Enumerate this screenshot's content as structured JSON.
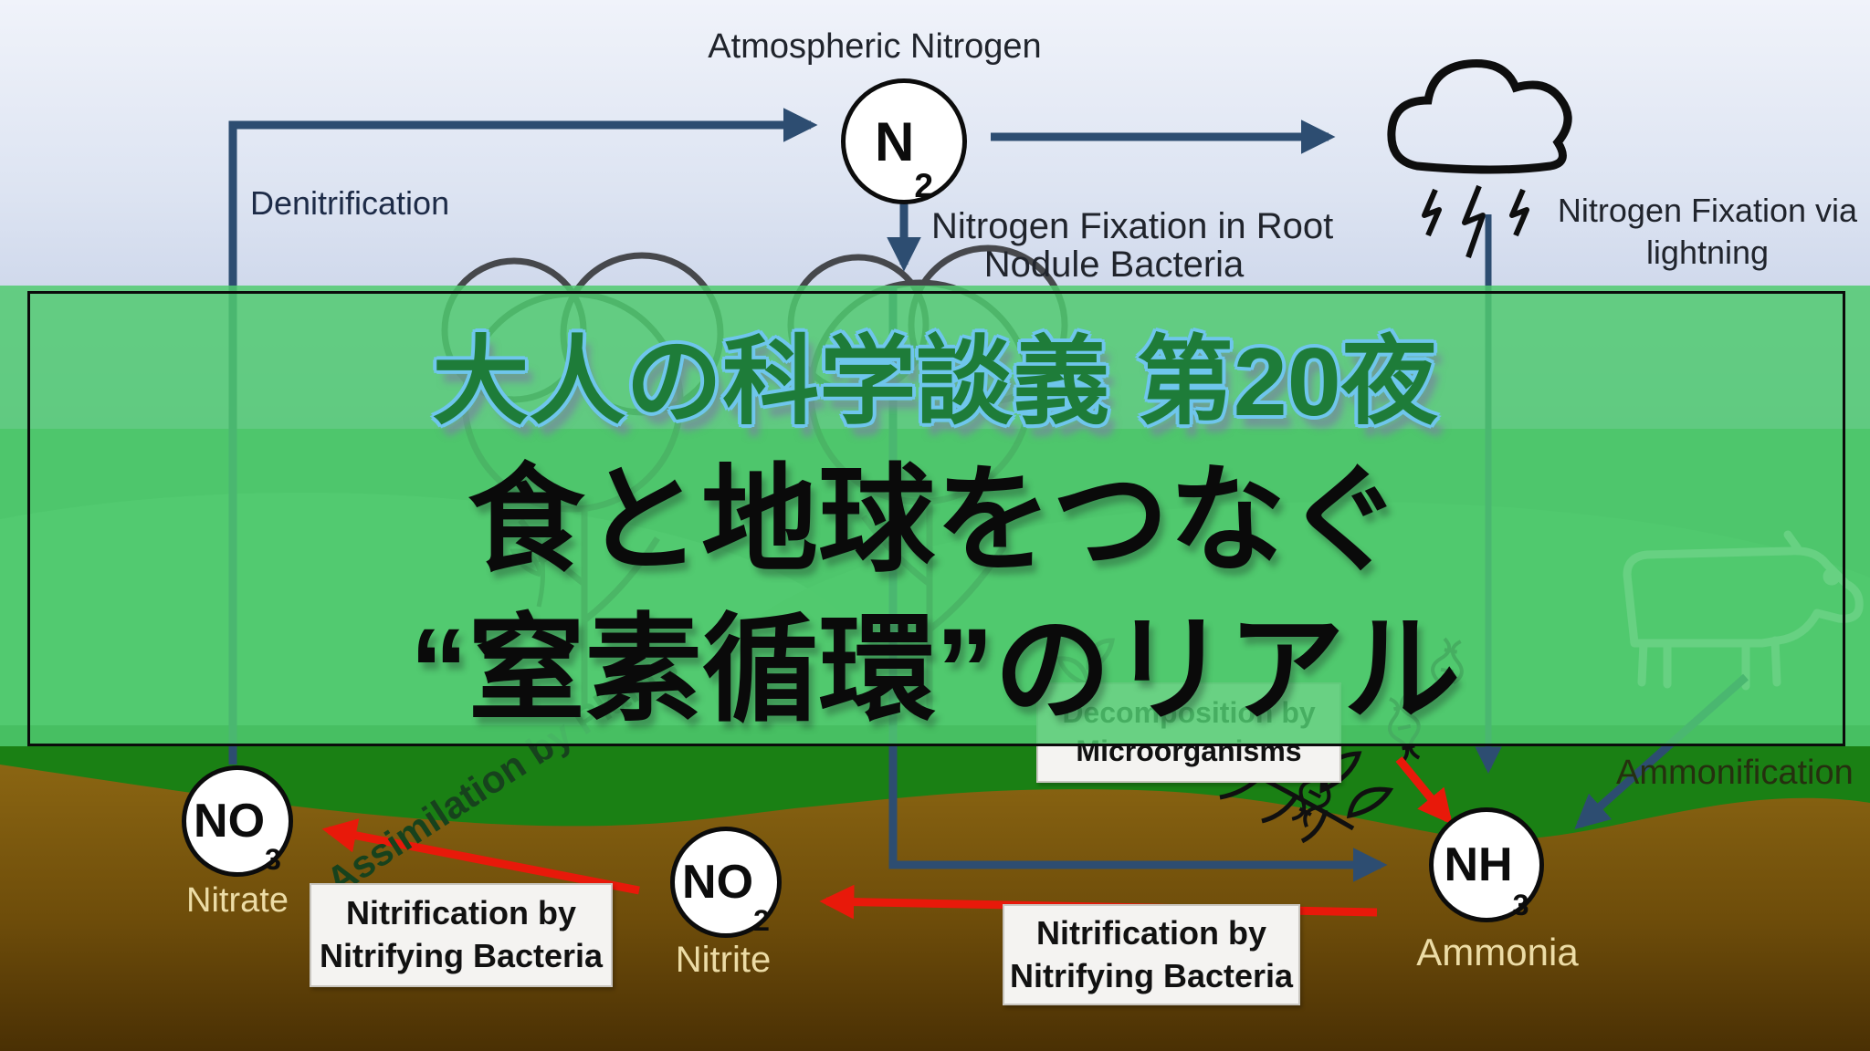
{
  "title": {
    "line1": "大人の科学談義 第20夜",
    "line2": "食と地球をつなぐ",
    "line3": "“窒素循環”のリアル"
  },
  "diagram": {
    "atmospheric_nitrogen_label": "Atmospheric Nitrogen",
    "denitrification_label": "Denitrification",
    "fixation_root": {
      "line1": "Nitrogen Fixation in Root",
      "line2": "Nodule Bacteria"
    },
    "fixation_lightning": {
      "line1": "Nitrogen Fixation via",
      "line2": "lightning"
    },
    "ammonification_label": "Ammonification",
    "assimilation_label": "Assimilation by Plants",
    "nodes": {
      "n2": {
        "base": "N",
        "sub": "2"
      },
      "no3": {
        "base": "NO",
        "sub": "3",
        "label": "Nitrate"
      },
      "no2": {
        "base": "NO",
        "sub": "2",
        "label": "Nitrite"
      },
      "nh3": {
        "base": "NH",
        "sub": "3",
        "label": "Ammonia"
      }
    },
    "boxes": {
      "nitrification_left": {
        "line1": "Nitrification by",
        "line2": "Nitrifying Bacteria"
      },
      "nitrification_right": {
        "line1": "Nitrification by",
        "line2": "Nitrifying Bacteria"
      },
      "decomposition": {
        "line1": "Decomposition by",
        "line2": "Microorganisms"
      }
    },
    "colors": {
      "arrow_blue": "#2d4d71",
      "arrow_red": "#e8190a",
      "overlay_green": "#50ca70",
      "title_green": "#1e7c39",
      "title_outline_blue": "#6fc6ec",
      "grass_dark": "#1a8014",
      "soil_top": "#8a6512",
      "soil_bottom": "#4a3004",
      "sky_top": "#f0f3fa",
      "sky_bottom": "#b7c4e0"
    }
  }
}
